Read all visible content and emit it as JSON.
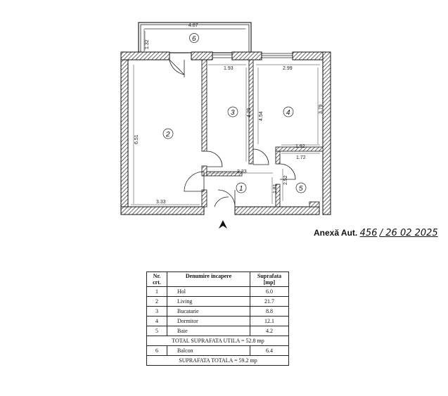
{
  "dimensions": {
    "balcony_width": "4.87",
    "balcony_depth": "1.32",
    "living_height": "6.51",
    "living_width": "3.33",
    "kitchen_width": "1.93",
    "kitchen_height": "4.29",
    "bedroom_width": "2.99",
    "bedroom_height": "3.79",
    "bedroom_height_b": "4.54",
    "bath_top": "1.92",
    "bath_width": "1.72",
    "hall_width": "3.33",
    "hall_height": "1.81",
    "bath_height": "2.52"
  },
  "room_labels": {
    "hol": "1",
    "living": "2",
    "bucatarie": "3",
    "dormitor": "4",
    "baie": "5",
    "balcon": "6"
  },
  "annex": {
    "label": "Anexă Aut.",
    "number": "456",
    "date": "26 02 2025"
  },
  "table": {
    "headers": [
      "Nr. crt.",
      "Denumire incapere",
      "Suprafata [mp]"
    ],
    "rows": [
      {
        "nr": "1",
        "name": "Hol",
        "area": "6.0"
      },
      {
        "nr": "2",
        "name": "Living",
        "area": "21.7"
      },
      {
        "nr": "3",
        "name": "Bucatarie",
        "area": "8.8"
      },
      {
        "nr": "4",
        "name": "Dormitor",
        "area": "12.1"
      },
      {
        "nr": "5",
        "name": "Baie",
        "area": "4.2"
      }
    ],
    "total_utila": "TOTAL SUPRAFATA UTILA = 52.8 mp",
    "balcony_row": {
      "nr": "6",
      "name": "Balcon",
      "area": "6.4"
    },
    "total": "SUPRAFATA TOTALA = 59.2 mp"
  }
}
